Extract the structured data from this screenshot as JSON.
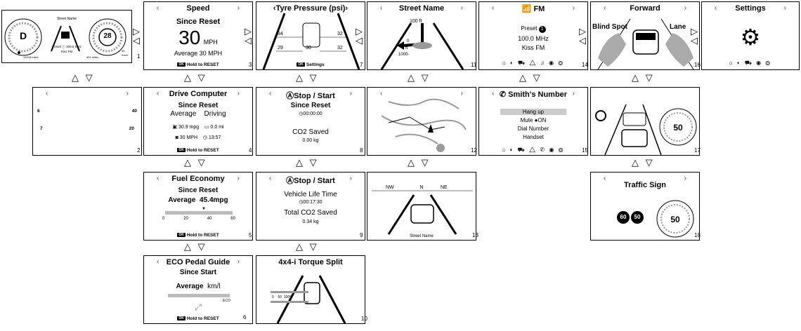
{
  "arrows": {
    "down_up": "△ ▽",
    "right": "▷",
    "left": "◁"
  },
  "s1": {
    "gear": "D",
    "speed": "28",
    "preset": "Preset ⓘ 100.0 MHz",
    "station": "Kiss FM",
    "odo": "13378 miles",
    "trip": "451 miles",
    "street": "Street Name",
    "units": "Km/h",
    "n45": "45",
    "idx": "1"
  },
  "s2": {
    "idx": "2"
  },
  "s3": {
    "title": "Speed",
    "sub": "Since Reset",
    "big": "30",
    "unit": "MPH",
    "avg": "Average 30 MPH",
    "foot": "Hold to RESET",
    "idx": "3"
  },
  "s4": {
    "title": "Drive Computer",
    "sub": "Since Reset",
    "avg": "Average",
    "driving": "Driving",
    "mpg": "30.9 mpg",
    "mi": "0.0 mi",
    "mph": "30 MPH",
    "time": "13:57",
    "foot": "Hold to RESET",
    "idx": "4"
  },
  "s5": {
    "title": "Fuel Economy",
    "sub": "Since Reset",
    "avg": "Average",
    "avgval": "45.4mpg",
    "ticks": [
      "0",
      "20",
      "40",
      "60"
    ],
    "foot": "Hold to RESET",
    "idx": "5"
  },
  "s6": {
    "title": "ECO Pedal Guide",
    "sub": "Since Start",
    "avg": "Average",
    "unit": "km/l",
    "eco": "ECO",
    "foot": "Hold to RESET",
    "idx": "6"
  },
  "s7": {
    "title": "Tyre Pressure (psi)",
    "fl": "34",
    "fr": "32",
    "rl": "29",
    "rr": "30",
    "rr2": "32",
    "foot": "Settings",
    "idx": "7"
  },
  "s8": {
    "title": "Stop / Start",
    "sub": "Since Reset",
    "timer": "00:00:00",
    "co2": "CO2 Saved",
    "co2val": "0.00 kg",
    "idx": "8"
  },
  "s9": {
    "title": "Stop / Start",
    "life": "Vehicle Life Time",
    "timer": "00:17:30",
    "total": "Total CO2 Saved",
    "val": "0.34 kg",
    "idx": "9"
  },
  "s10": {
    "title": "4x4-i Torque Split",
    "ticks": [
      "0",
      "50",
      "100%"
    ],
    "idx": "10"
  },
  "s11": {
    "title": "Street Name",
    "dist1": "100 ft",
    "dist2": "0",
    "dist3": "ft",
    "dist4": "1000-",
    "idx": "11"
  },
  "s12": {
    "idx": "12"
  },
  "s13": {
    "nw": "NW",
    "n": "N",
    "ne": "NE",
    "street": "Street Name",
    "idx": "13"
  },
  "s14": {
    "title": "FM",
    "preset": "Preset",
    "preset_no": "1",
    "freq": "100.0 MHz",
    "station": "Kiss FM",
    "idx": "14"
  },
  "s15": {
    "title": "Smith's Number",
    "items": [
      "Hang up",
      "Mute  ●ON",
      "Dial Number",
      "Handset"
    ],
    "idx": "15"
  },
  "s16": {
    "title": "Forward",
    "blind": "Blind Spot",
    "lane": "Lane",
    "idx": "16"
  },
  "s17": {
    "speed": "50",
    "idx": "17"
  },
  "s18": {
    "title": "Traffic Sign",
    "sign1": "60",
    "sign2": "50",
    "speed": "50",
    "idx": "18"
  },
  "s19": {
    "title": "Settings"
  },
  "gauge": {
    "l_top": "6",
    "l_mid": "7",
    "r_top": "40",
    "r_mid": "20"
  }
}
